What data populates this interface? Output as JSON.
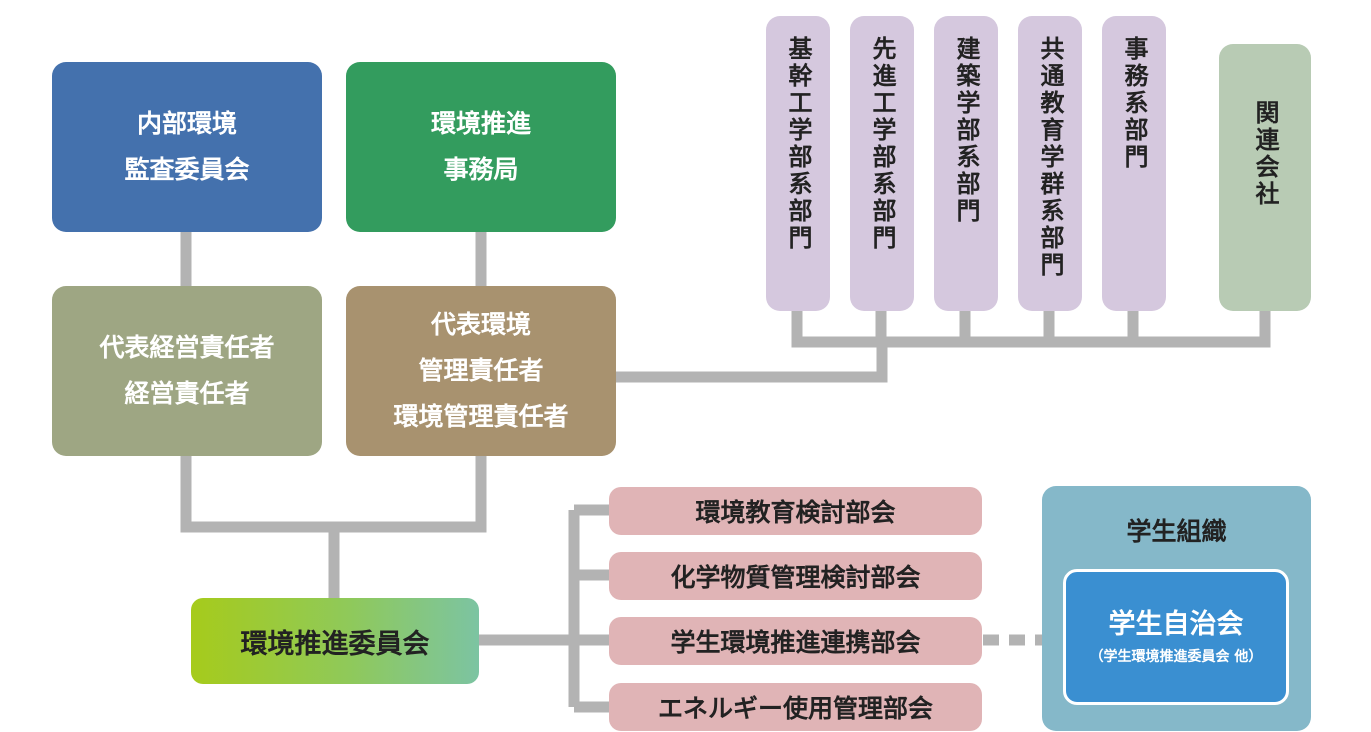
{
  "colors": {
    "audit": "#4471ad",
    "office": "#339c5e",
    "executive": "#9ea683",
    "env_manager": "#a8926f",
    "dept": "#d5c8de",
    "affiliate": "#b8cbb4",
    "subcommittee": "#e0b4b6",
    "student_org": "#85b8c9",
    "student_council": "#3a8fd1",
    "line": "#b3b3b3"
  },
  "audit": {
    "line1": "内部環境",
    "line2": "監査委員会"
  },
  "office": {
    "line1": "環境推進",
    "line2": "事務局"
  },
  "executive": {
    "line1": "代表経営責任者",
    "line2": "経営責任者"
  },
  "env_manager": {
    "line1": "代表環境",
    "line2": "管理責任者",
    "line3": "環境管理責任者"
  },
  "departments": [
    "基幹工学部系部門",
    "先進工学部系部門",
    "建築学部系部門",
    "共通教育学群系部門",
    "事務系部門"
  ],
  "affiliate": "関連会社",
  "committee": "環境推進委員会",
  "subcommittees": [
    "環境教育検討部会",
    "化学物質管理検討部会",
    "学生環境推進連携部会",
    "エネルギー使用管理部会"
  ],
  "student_org": {
    "title": "学生組織",
    "council": "学生自治会",
    "council_note": "（学生環境推進委員会 他）"
  }
}
